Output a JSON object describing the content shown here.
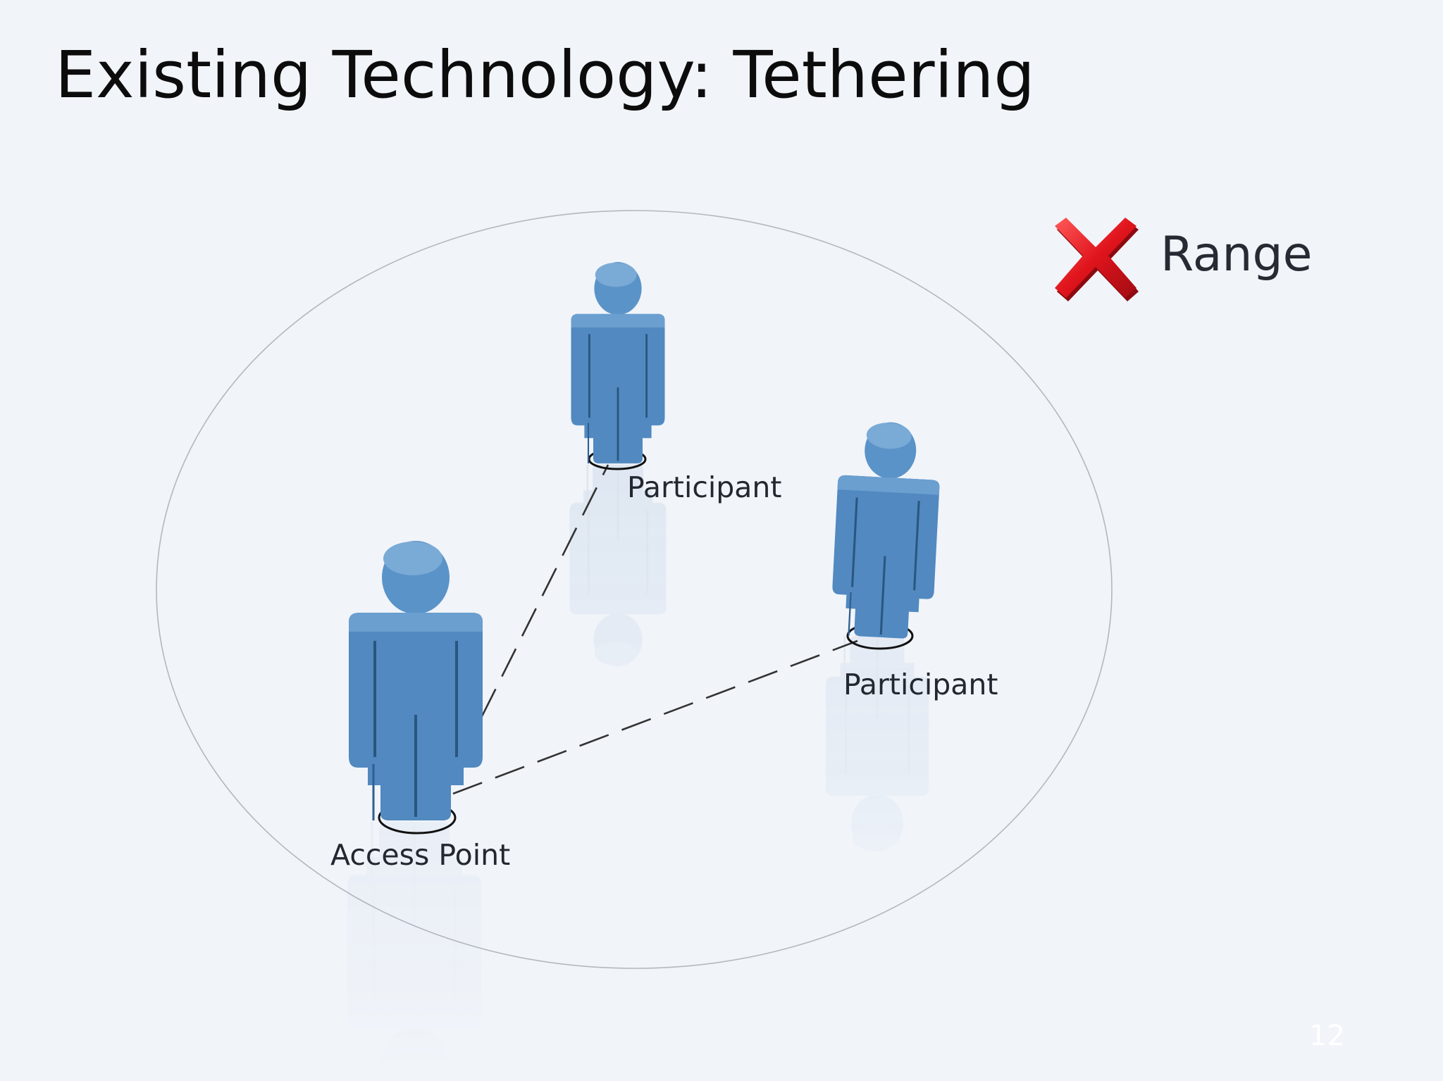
{
  "slide": {
    "title": "Existing Technology: Tethering",
    "slide_number": "12"
  },
  "status": {
    "icon": "red-x-icon",
    "label": "Range",
    "icon_color": "#d8101a"
  },
  "nodes": [
    {
      "id": "participant-top",
      "label": "Participant"
    },
    {
      "id": "participant-right",
      "label": "Participant"
    },
    {
      "id": "access-point",
      "label": "Access Point"
    }
  ],
  "colors": {
    "background": "#f1f4f9",
    "figure": "#5189c0",
    "range_ellipse": "#b4b7bd",
    "link_line": "#333333"
  }
}
